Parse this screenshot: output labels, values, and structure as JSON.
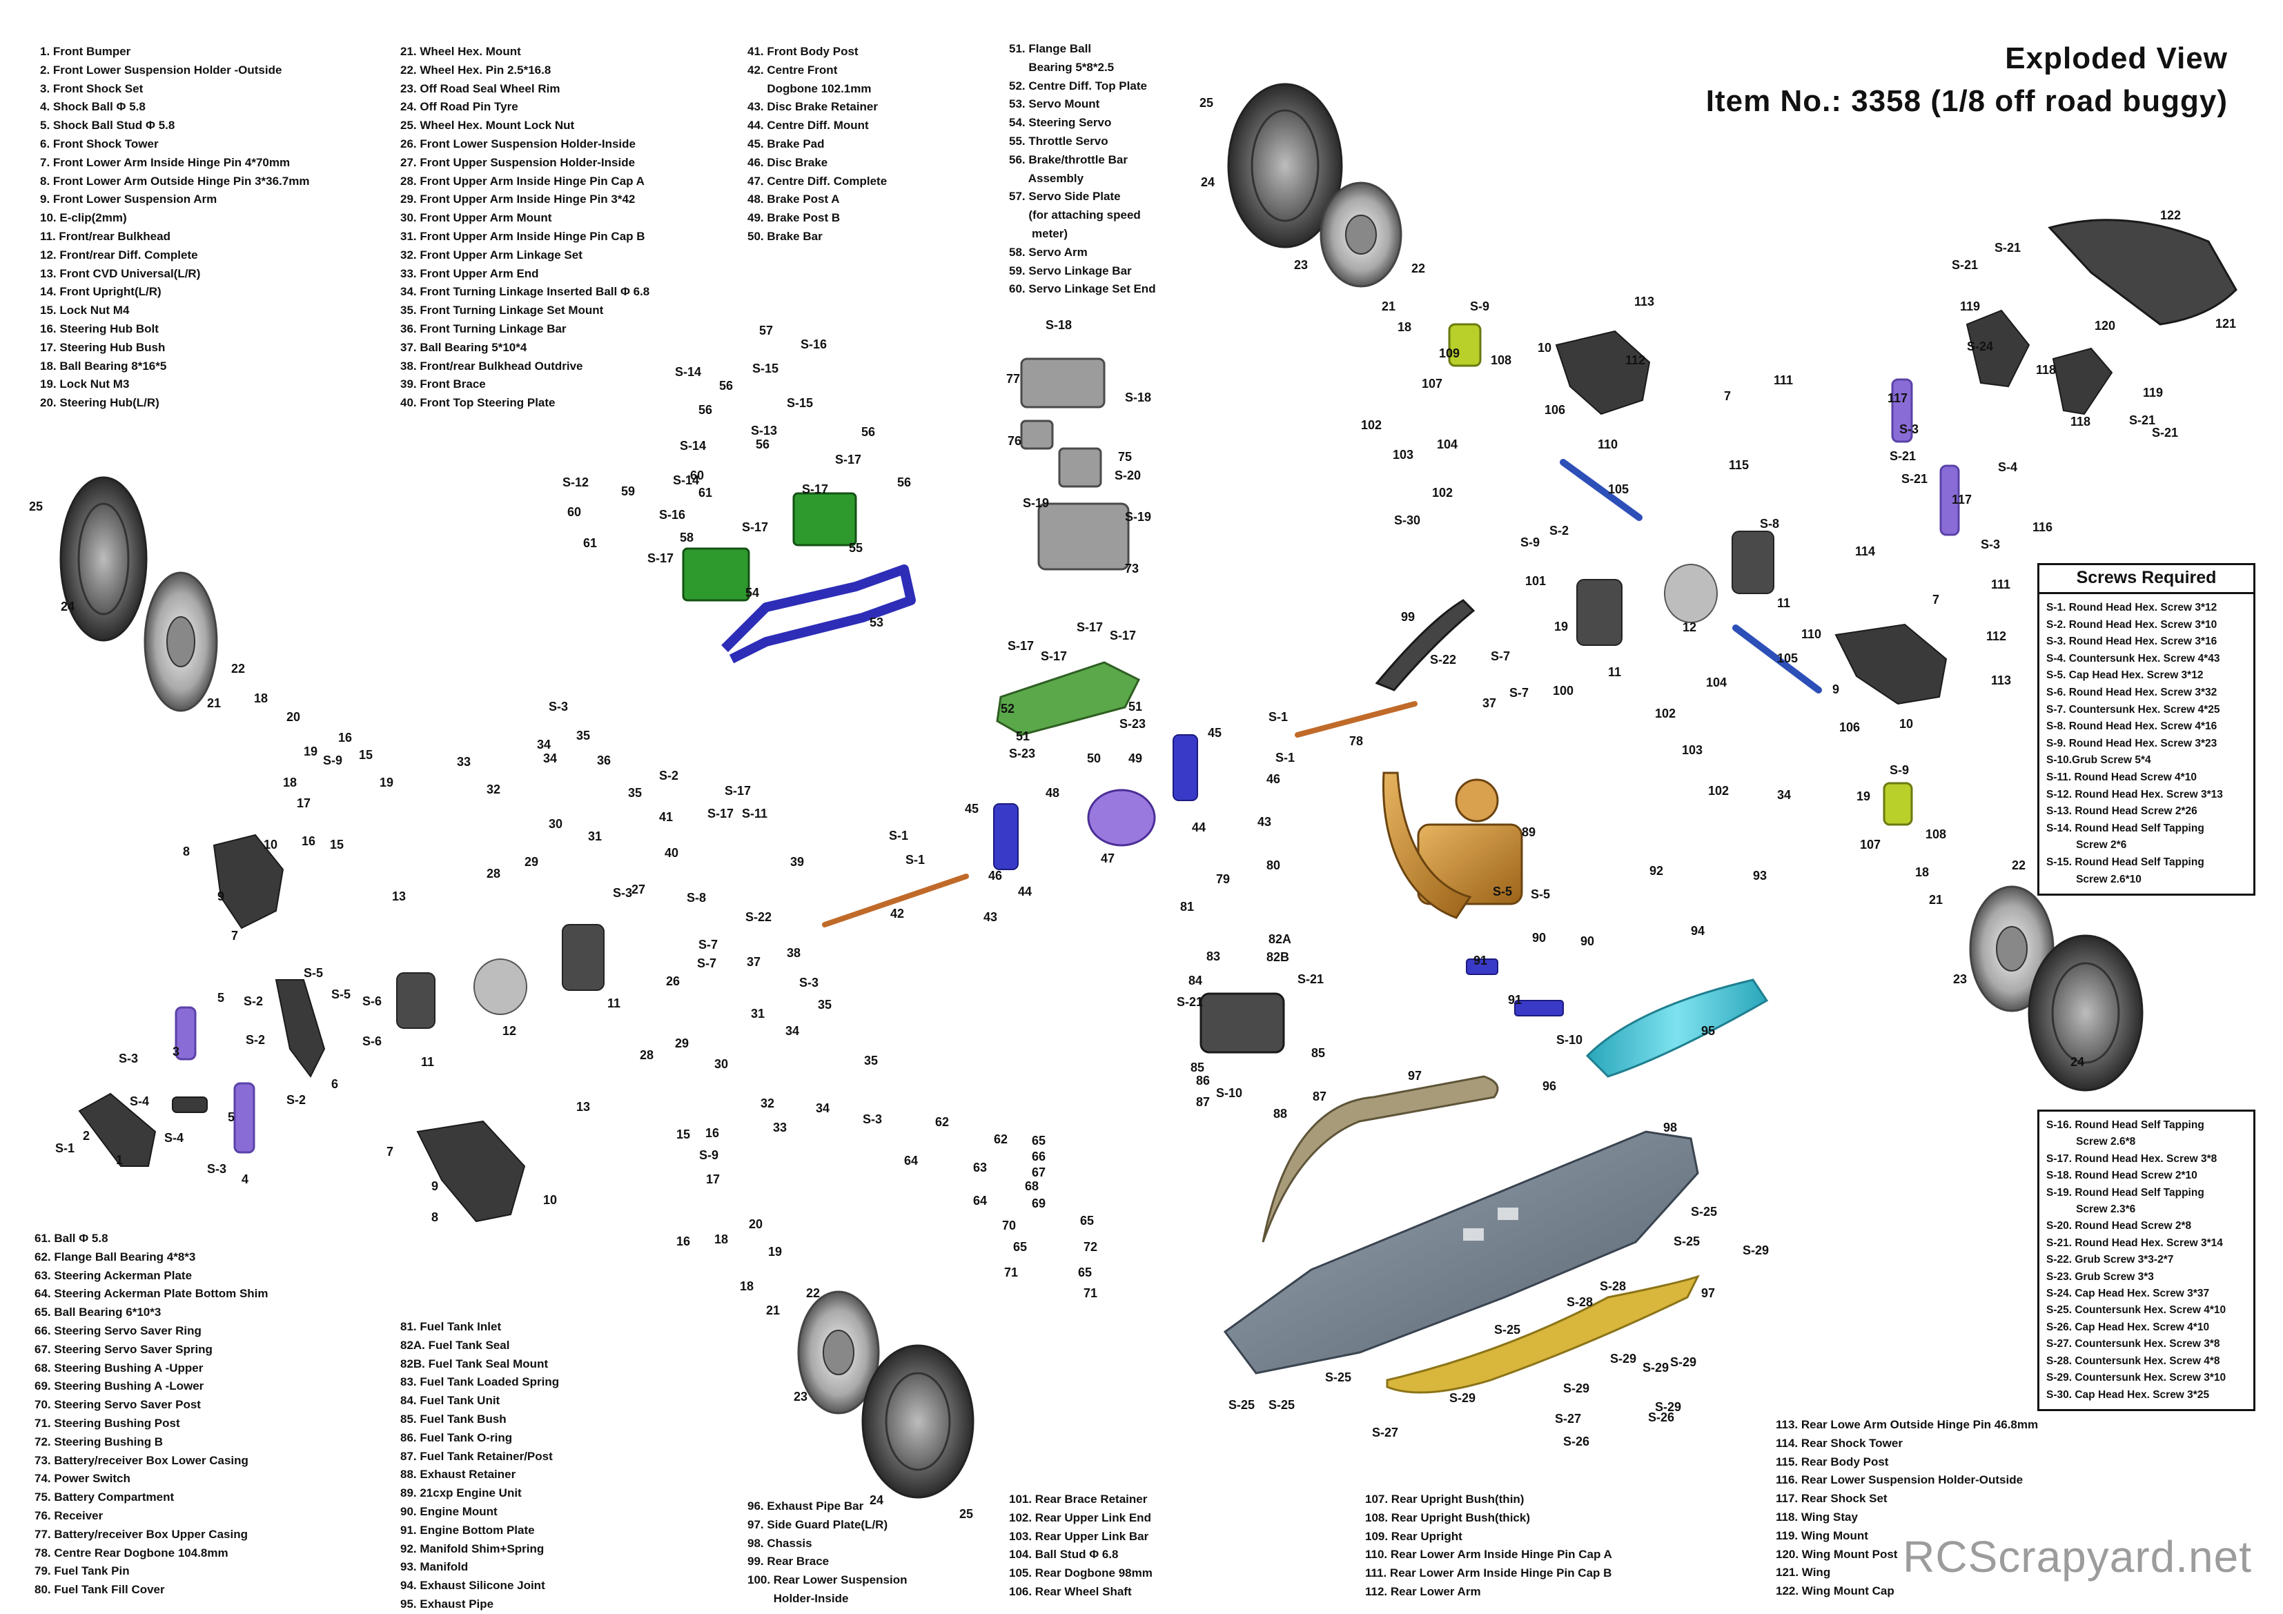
{
  "header": {
    "line1": "Exploded View",
    "line2": "Item No.: 3358 (1/8 off road buggy)"
  },
  "parts": {
    "col1": [
      "1. Front Bumper",
      "2. Front Lower Suspension Holder -Outside",
      "3. Front Shock Set",
      "4. Shock Ball Φ 5.8",
      "5. Shock Ball Stud Φ 5.8",
      "6. Front Shock Tower",
      "7. Front Lower Arm Inside Hinge Pin 4*70mm",
      "8. Front Lower Arm Outside Hinge Pin 3*36.7mm",
      "9. Front Lower Suspension Arm",
      "10. E-clip(2mm)",
      "11. Front/rear Bulkhead",
      "12. Front/rear Diff. Complete",
      "13. Front CVD Universal(L/R)",
      "14. Front Upright(L/R)",
      "15. Lock Nut M4",
      "16. Steering Hub Bolt",
      "17. Steering Hub Bush",
      "18. Ball Bearing 8*16*5",
      "19. Lock Nut M3",
      "20. Steering Hub(L/R)"
    ],
    "col2": [
      "21. Wheel Hex. Mount",
      "22. Wheel Hex. Pin 2.5*16.8",
      "23. Off Road Seal Wheel Rim",
      "24. Off Road Pin Tyre",
      "25. Wheel Hex. Mount Lock Nut",
      "26. Front Lower Suspension Holder-Inside",
      "27. Front Upper Suspension Holder-Inside",
      "28. Front Upper Arm Inside Hinge Pin Cap A",
      "29. Front Upper Arm Inside Hinge Pin 3*42",
      "30. Front Upper Arm Mount",
      "31. Front Upper Arm Inside Hinge Pin Cap B",
      "32. Front Upper Arm Linkage Set",
      "33. Front Upper Arm End",
      "34. Front Turning Linkage Inserted Ball Φ 6.8",
      "35. Front Turning Linkage Set Mount",
      "36. Front Turning Linkage Bar",
      "37. Ball Bearing 5*10*4",
      "38. Front/rear Bulkhead Outdrive",
      "39. Front Brace",
      "40. Front Top Steering Plate"
    ],
    "col3": [
      "41. Front Body Post",
      "42. Centre Front",
      "      Dogbone 102.1mm",
      "43. Disc Brake Retainer",
      "44. Centre Diff. Mount",
      "45. Brake Pad",
      "46. Disc Brake",
      "47. Centre Diff. Complete",
      "48. Brake Post A",
      "49. Brake Post B",
      "50. Brake Bar"
    ],
    "col4": [
      "51. Flange Ball",
      "      Bearing 5*8*2.5",
      "52. Centre Diff. Top Plate",
      "53. Servo Mount",
      "54. Steering Servo",
      "55. Throttle Servo",
      "56. Brake/throttle Bar",
      "      Assembly",
      "57. Servo Side Plate",
      "      (for attaching speed",
      "       meter)",
      "58. Servo Arm",
      "59. Servo Linkage Bar",
      "60. Servo Linkage Set End"
    ],
    "col5": [
      "61. Ball Φ 5.8",
      "62. Flange Ball Bearing 4*8*3",
      "63. Steering Ackerman Plate",
      "64. Steering Ackerman Plate Bottom Shim",
      "65. Ball Bearing 6*10*3",
      "66. Steering Servo Saver Ring",
      "67. Steering Servo Saver Spring",
      "68. Steering Bushing A -Upper",
      "69. Steering Bushing A -Lower",
      "70. Steering Servo Saver Post",
      "71. Steering Bushing Post",
      "72. Steering Bushing B",
      "73. Battery/receiver Box Lower Casing",
      "74. Power Switch",
      "75. Battery Compartment",
      "76. Receiver",
      "77. Battery/receiver Box Upper Casing",
      "78. Centre Rear Dogbone 104.8mm",
      "79. Fuel Tank Pin",
      "80. Fuel Tank Fill Cover"
    ],
    "col6": [
      "81. Fuel Tank Inlet",
      "82A. Fuel Tank Seal",
      "82B. Fuel Tank Seal Mount",
      "83. Fuel Tank Loaded Spring",
      "84. Fuel Tank Unit",
      "85. Fuel Tank Bush",
      "86. Fuel Tank O-ring",
      "87. Fuel Tank Retainer/Post",
      "88. Exhaust Retainer",
      "89. 21cxp Engine Unit",
      "90. Engine Mount",
      "91. Engine Bottom Plate",
      "92. Manifold Shim+Spring",
      "93. Manifold",
      "94. Exhaust Silicone Joint",
      "95. Exhaust Pipe"
    ],
    "col7": [
      "96. Exhaust Pipe Bar",
      "97. Side Guard Plate(L/R)",
      "98. Chassis",
      "99. Rear Brace",
      "100. Rear Lower Suspension",
      "        Holder-Inside"
    ],
    "col8": [
      "101. Rear Brace Retainer",
      "102. Rear Upper Link End",
      "103. Rear Upper Link Bar",
      "104. Ball Stud Φ 6.8",
      "105. Rear Dogbone 98mm",
      "106. Rear Wheel Shaft"
    ],
    "col9": [
      "107. Rear Upright Bush(thin)",
      "108. Rear Upright Bush(thick)",
      "109. Rear Upright",
      "110. Rear Lower Arm Inside Hinge Pin Cap A",
      "111. Rear Lower Arm Inside Hinge Pin Cap B",
      "112. Rear Lower Arm"
    ],
    "col10": [
      "113. Rear Lowe Arm Outside Hinge Pin 46.8mm",
      "114. Rear Shock Tower",
      "115. Rear Body Post",
      "116. Rear Lower Suspension Holder-Outside",
      "117. Rear Shock Set",
      "118. Wing Stay",
      "119. Wing Mount",
      "120. Wing Mount Post",
      "121. Wing",
      "122. Wing Mount Cap"
    ]
  },
  "screws": {
    "title": "Screws Required",
    "list1": [
      "S-1. Round Head Hex. Screw 3*12",
      "S-2. Round Head Hex. Screw 3*10",
      "S-3. Round Head Hex. Screw 3*16",
      "S-4. Countersunk Hex. Screw 4*43",
      "S-5. Cap Head Hex. Screw 3*12",
      "S-6. Round Head Hex. Screw 3*32",
      "S-7. Countersunk Hex. Screw 4*25",
      "S-8. Round Head Hex. Screw 4*16",
      "S-9. Round Head Hex. Screw 3*23",
      "S-10.Grub Screw 5*4",
      "S-11. Round Head Screw 4*10",
      "S-12. Round Head Hex. Screw 3*13",
      "S-13. Round Head Screw 2*26",
      "S-14. Round Head Self Tapping",
      "          Screw 2*6",
      "S-15. Round Head Self Tapping",
      "          Screw 2.6*10"
    ],
    "list2": [
      "S-16. Round Head Self Tapping",
      "          Screw 2.6*8",
      "S-17. Round Head Hex. Screw 3*8",
      "S-18. Round Head Screw 2*10",
      "S-19. Round Head Self Tapping",
      "          Screw 2.3*6",
      "S-20. Round Head Screw 2*8",
      "S-21. Round Head Hex. Screw 3*14",
      "S-22. Grub Screw 3*3-2*7",
      "S-23. Grub Screw 3*3",
      "S-24. Cap Head Hex. Screw 3*37",
      "S-25. Countersunk Hex. Screw 4*10",
      "S-26. Cap Head Hex. Screw 4*10",
      "S-27. Countersunk Hex. Screw 3*8",
      "S-28. Countersunk Hex. Screw 4*8",
      "S-29. Countersunk Hex. Screw 3*10",
      "S-30. Cap Head Hex. Screw 3*25"
    ]
  },
  "callouts": [
    "25",
    "24",
    "23",
    "22",
    "21",
    "18",
    "20",
    "19",
    "16",
    "17",
    "15",
    "9",
    "8",
    "7",
    "10",
    "13",
    "1",
    "2",
    "3",
    "4",
    "5",
    "6",
    "11",
    "12",
    "26",
    "27",
    "28",
    "29",
    "30",
    "31",
    "32",
    "33",
    "34",
    "35",
    "36",
    "37",
    "38",
    "39",
    "40",
    "41",
    "42",
    "43",
    "44",
    "45",
    "46",
    "47",
    "48",
    "49",
    "50",
    "51",
    "52",
    "53",
    "54",
    "55",
    "56",
    "57",
    "58",
    "59",
    "60",
    "61",
    "62",
    "63",
    "64",
    "65",
    "66",
    "67",
    "68",
    "69",
    "70",
    "71",
    "72",
    "73",
    "75",
    "76",
    "77",
    "78",
    "79",
    "80",
    "81",
    "82A",
    "82B",
    "83",
    "84",
    "85",
    "86",
    "87",
    "88",
    "89",
    "90",
    "91",
    "92",
    "93",
    "94",
    "95",
    "96",
    "97",
    "98",
    "99",
    "100",
    "101",
    "102",
    "103",
    "104",
    "105",
    "106",
    "107",
    "108",
    "109",
    "110",
    "111",
    "112",
    "113",
    "114",
    "115",
    "116",
    "117",
    "118",
    "119",
    "120",
    "121",
    "122",
    "S-1",
    "S-2",
    "S-3",
    "S-4",
    "S-5",
    "S-6",
    "S-7",
    "S-8",
    "S-9",
    "S-10",
    "S-11",
    "S-12",
    "S-13",
    "S-14",
    "S-15",
    "S-16",
    "S-17",
    "S-18",
    "S-19",
    "S-20",
    "S-21",
    "S-22",
    "S-23",
    "S-24",
    "S-25",
    "S-26",
    "S-27",
    "S-28",
    "S-29",
    "S-30"
  ],
  "watermark": "RCScrapyard.net",
  "colors": {
    "part_dark": "#3a3a3a",
    "part_green": "#2e9a2e",
    "part_blue": "#2d2db8",
    "part_purple": "#7a55c8",
    "part_gold": "#c98a2c",
    "part_lime": "#a6c21a",
    "part_teal": "#3fc6d8",
    "part_orange": "#d0672d",
    "chassis": "#7b8896",
    "guard_khaki": "#a89b7a",
    "guard_yellow": "#d9b63c",
    "watermark": "#9c9c9c"
  }
}
